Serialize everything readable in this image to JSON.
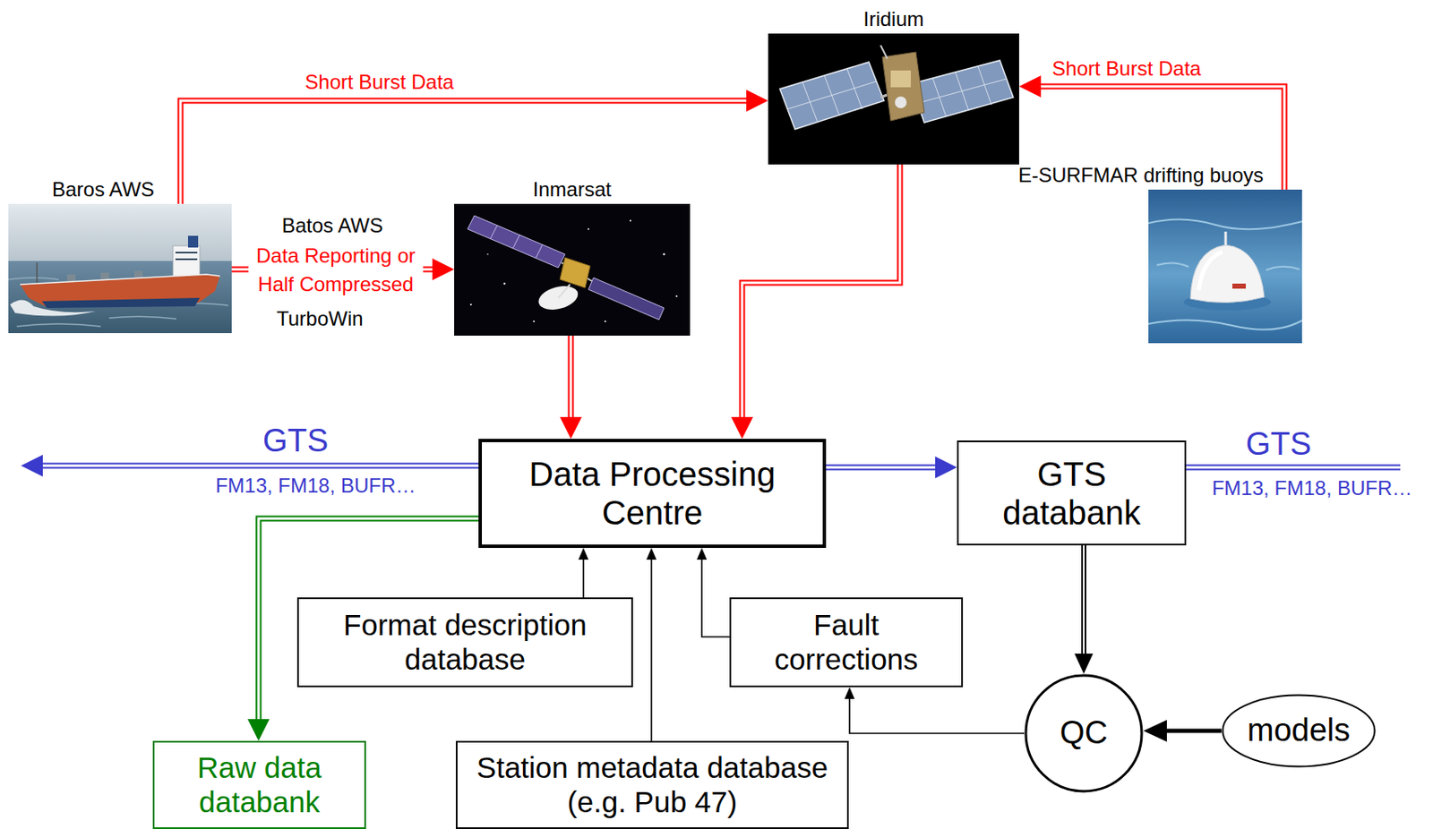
{
  "diagram": {
    "nodes": [
      {
        "text": [
          "Iridium"
        ]
      },
      {
        "text": [
          "Baros AWS"
        ]
      },
      {
        "text": [
          "Inmarsat"
        ]
      },
      {
        "text": [
          "E-SURFMAR drifting buoys"
        ]
      },
      {
        "text": [
          "Data Processing Centre"
        ]
      },
      {
        "text": [
          "GTS databank"
        ]
      },
      {
        "text": [
          "Format description database"
        ]
      },
      {
        "text": [
          "Fault corrections"
        ]
      },
      {
        "text": [
          "Station metadata database (e.g. Pub 47)"
        ]
      },
      {
        "text": [
          "Raw data databank"
        ]
      },
      {
        "text": [
          "QC"
        ]
      },
      {
        "text": [
          "models"
        ]
      }
    ],
    "edges": [
      {
        "from": 1,
        "to": 0,
        "label": "Short Burst Data",
        "arrow": "to"
      },
      {
        "from": 3,
        "to": 0,
        "label": "Short Burst Data",
        "arrow": "to"
      },
      {
        "from": 1,
        "to": 2,
        "label": "Data Reporting or Half Compressed",
        "arrow": "to"
      },
      {
        "from": 2,
        "to": 4,
        "arrow": "to"
      },
      {
        "from": 0,
        "to": 4,
        "arrow": "to"
      },
      {
        "from": 4,
        "to": 5,
        "arrow": "to"
      },
      {
        "from": 4,
        "to": 9,
        "arrow": "to"
      },
      {
        "from": 6,
        "to": 4,
        "arrow": "to"
      },
      {
        "from": 8,
        "to": 4,
        "arrow": "to"
      },
      {
        "from": 7,
        "to": 4,
        "arrow": "to"
      },
      {
        "from": 5,
        "to": 10,
        "arrow": "to"
      },
      {
        "from": 11,
        "to": 10,
        "arrow": "to"
      },
      {
        "from": 10,
        "to": 7,
        "arrow": "to"
      }
    ],
    "labels": [
      "Batos AWS",
      "TurboWin",
      "GTS",
      "FM13, FM18, BUFR…",
      "GTS",
      "FM13, FM18, BUFR…"
    ]
  }
}
